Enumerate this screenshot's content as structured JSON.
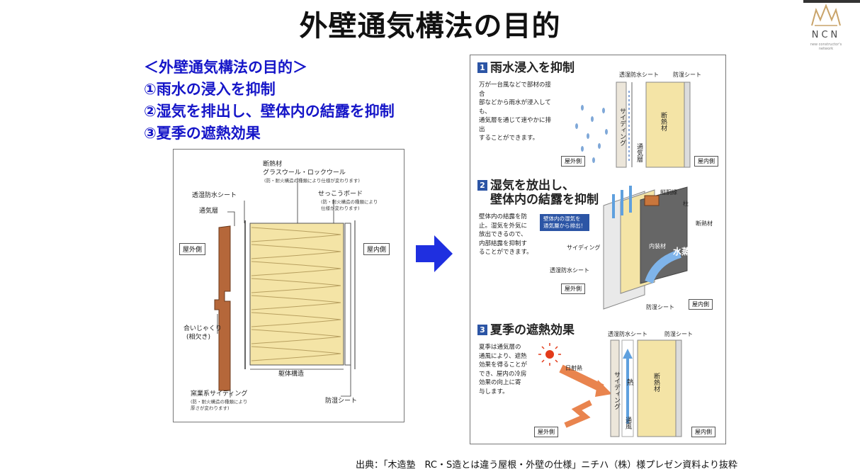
{
  "slide": {
    "title": "外壁通気構法の目的",
    "logo": {
      "letters": "NCN",
      "sub": "new constructor's network"
    },
    "bullets": [
      "＜外壁通気構法の目的＞",
      "①雨水の浸入を抑制",
      "②湿気を排出し、壁体内の結露を抑制",
      "③夏季の遮熱効果"
    ],
    "source": "出典：「木造塾　RC・S造とは違う屋根・外壁の仕様」ニチハ（株）様プレゼン資料より抜粋"
  },
  "left_diagram": {
    "label_insulation": "断熱材",
    "label_glasswool": "グラスウール・ロックウール",
    "label_insulation_note": "(防・耐火構造の種類により仕様が変わります)",
    "label_membrane": "透湿防水シート",
    "label_vent": "通気層",
    "label_gypsum": "せっこうボード",
    "label_gypsum_note1": "(防・耐火構造の種類により",
    "label_gypsum_note2": "仕様が変わります)",
    "label_outside": "屋外側",
    "label_inside": "屋内側",
    "label_joint1": "合いじゃくり",
    "label_joint2": "(相欠き)",
    "label_frame": "躯体構造",
    "label_siding": "窯業系サイディング",
    "label_siding_note1": "(防・耐火構造の種類により",
    "label_siding_note2": "厚さが変わります)",
    "label_vapor": "防湿シート"
  },
  "right_panel": {
    "sec1": {
      "num": "1",
      "title": "雨水浸入を抑制",
      "desc": [
        "万が一台風などで部材の接合",
        "部などから雨水が浸入しても、",
        "通気層を通じて速やかに排出",
        "することができます。"
      ],
      "label_membrane": "透湿防水シート",
      "label_vapor": "防湿シート",
      "label_siding": "サイディング",
      "label_insulation": "断熱材",
      "label_vent": "通気層",
      "label_outside": "屋外側",
      "label_inside": "屋内側"
    },
    "sec2": {
      "num": "2",
      "title_line1": "湿気を放出し、",
      "title_line2": "壁体内の結露を抑制",
      "desc": [
        "壁体内の結露を防",
        "止。湿気を外気に",
        "放出できるので、",
        "内部結露を抑制す",
        "ることができます。"
      ],
      "callout": [
        "壁体内の湿気を",
        "通気層から排出！"
      ],
      "label_furring": "縦胴縁",
      "label_stud": "柱",
      "label_insulation": "断熱材",
      "label_interior": "内装材",
      "label_steam": "水蒸気",
      "label_siding": "サイディング",
      "label_membrane": "透湿防水シート",
      "label_outside": "屋外側",
      "label_vapor": "防湿シート",
      "label_inside": "屋内側"
    },
    "sec3": {
      "num": "3",
      "title": "夏季の遮熱効果",
      "desc": [
        "夏季は通気層の",
        "通風により、遮熱",
        "効果を得ることが",
        "でき、屋内の冷房",
        "効果の向上に寄",
        "与します。"
      ],
      "label_membrane": "透湿防水シート",
      "label_vapor": "防湿シート",
      "label_sun": "日射熱",
      "label_siding": "サイディング",
      "label_heat": "熱",
      "label_air": "通風",
      "label_insulation": "断熱材",
      "label_outside": "屋外側",
      "label_inside": "屋内側"
    }
  }
}
